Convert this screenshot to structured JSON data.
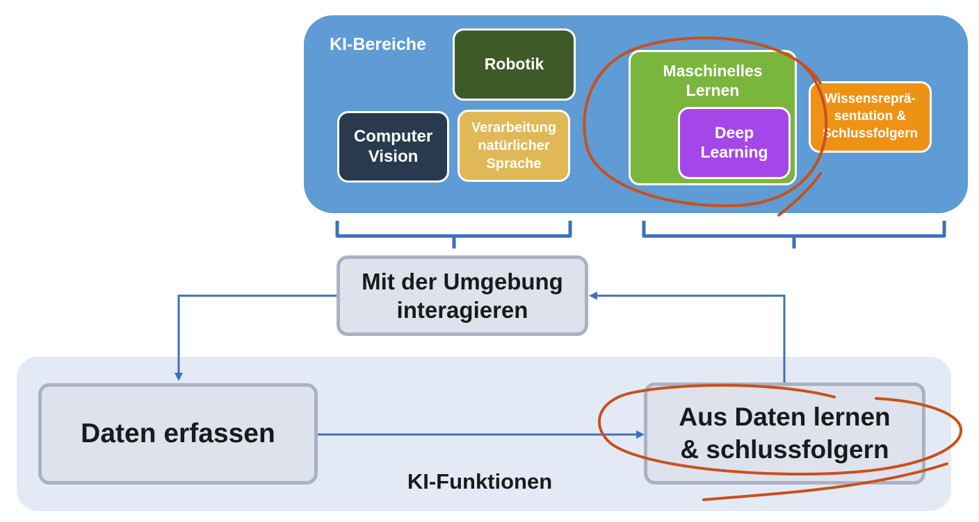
{
  "areas_panel": {
    "label": "KI-Bereiche",
    "items": {
      "robotik": "Robotik",
      "computer_vision": "Computer\nVision",
      "nlp": "Verarbeitung\nnatürlicher\nSprache",
      "machine_learning": "Maschinelles\nLernen",
      "deep_learning": "Deep\nLearning",
      "knowledge": "Wissensreprä-\nsentation &\nSchlussfolgern"
    }
  },
  "functions_panel": {
    "label": "KI-Funktionen",
    "items": {
      "interact": "Mit der Umgebung\ninteragieren",
      "collect": "Daten erfassen",
      "learn": "Aus Daten lernen\n& schlussfolgern"
    }
  },
  "colors": {
    "areas_panel_bg": "#5f9bd4",
    "functions_panel_bg": "#e3eaf5",
    "robotik": "#3e5a29",
    "computer_vision": "#2a3a4e",
    "nlp": "#e1b857",
    "machine_learning": "#7ab53d",
    "deep_learning": "#a547e8",
    "knowledge": "#ee9215",
    "arrow": "#3f6fba",
    "highlight": "#c9501c"
  }
}
